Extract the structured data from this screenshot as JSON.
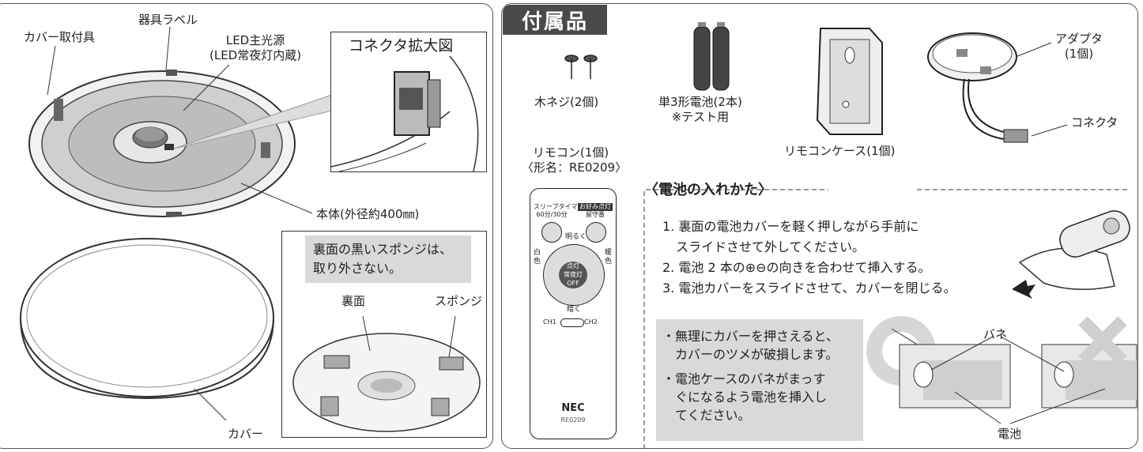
{
  "left": {
    "labels": {
      "cover_mount": "カバー取付具",
      "fixture_label": "器具ラベル",
      "led_source_1": "LED主光源",
      "led_source_2": "(LED常夜灯内蔵)",
      "connector_zoom": "コネクタ拡大図",
      "body": "本体(外径約400㎜)",
      "cover": "カバー",
      "back": "裏面",
      "sponge": "スポンジ"
    },
    "sponge_note_1": "裏面の黒いスポンジは、",
    "sponge_note_2": "取り外さない。"
  },
  "accessories": {
    "title": "付属品",
    "screws": "木ネジ(2個)",
    "batteries_1": "単3形電池(2本)",
    "batteries_2": "※テスト用",
    "case": "リモコンケース(1個)",
    "adapter_1": "アダプタ",
    "adapter_2": "(1個)",
    "connector": "コネクタ",
    "remote_1": "リモコン(1個)",
    "remote_2": "〈形名：RE0209〉",
    "remote_buttons": {
      "sleep_1": "スリープタイマー",
      "sleep_2": "60分/30分",
      "fav": "お好み点灯",
      "fav_2": "留守番",
      "bright": "明るく",
      "white": "白色",
      "warm": "暖色",
      "center_1": "点灯",
      "center_2": "常夜灯",
      "center_3": "OFF",
      "dark": "暗く",
      "ch1": "CH1",
      "ch2": "CH2",
      "brand": "NEC",
      "model": "RE0209"
    }
  },
  "battery": {
    "heading": "〈電池の入れかた〉",
    "steps": [
      "1. 裏面の電池カバーを軽く押しながら手前に",
      "スライドさせて外してください。",
      "2. 電池 2 本の⊕⊖の向きを合わせて挿入する。",
      "3. 電池カバーをスライドさせて、カバーを閉じる。"
    ],
    "notes": [
      "・無理にカバーを押さえると、",
      "カバーのツメが破損します。",
      "・電池ケースのバネがまっす",
      "ぐになるよう電池を挿入し",
      "てください。"
    ],
    "spring": "バネ",
    "battery_label": "電池"
  }
}
